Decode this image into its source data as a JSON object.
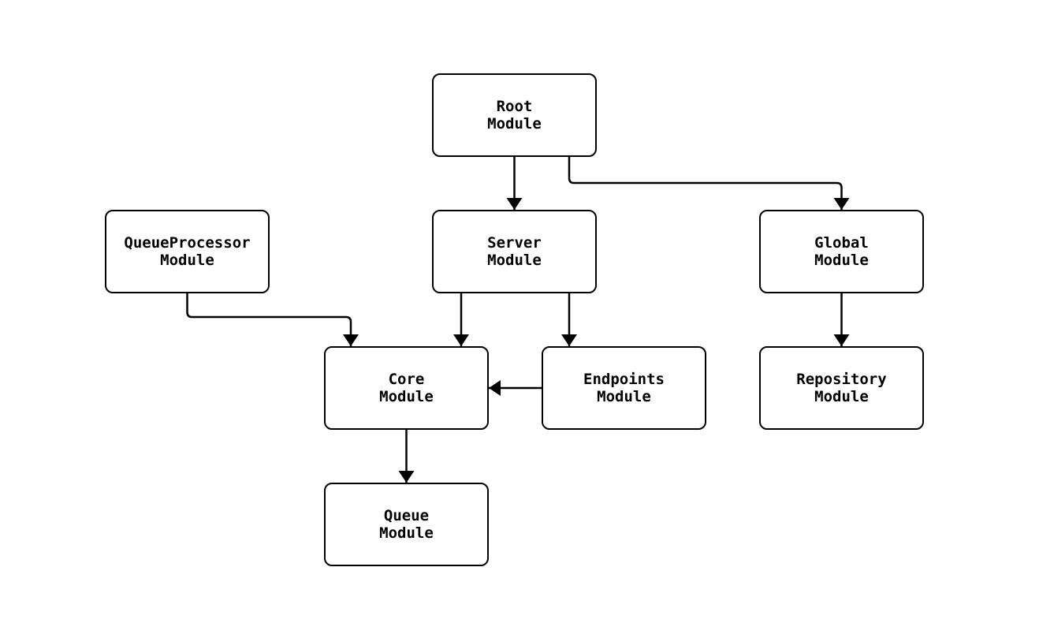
{
  "diagram": {
    "background_color": "#ffffff",
    "stroke_color": "#000000",
    "node_fill_color": "#ffffff",
    "nodes": {
      "root": {
        "label": "Root\nModule"
      },
      "queue_processor": {
        "label": "QueueProcessor\nModule"
      },
      "server": {
        "label": "Server\nModule"
      },
      "global": {
        "label": "Global\nModule"
      },
      "core": {
        "label": "Core\nModule"
      },
      "endpoints": {
        "label": "Endpoints\nModule"
      },
      "repository": {
        "label": "Repository\nModule"
      },
      "queue": {
        "label": "Queue\nModule"
      }
    },
    "edges": [
      {
        "from": "Root Module",
        "to": "Server Module"
      },
      {
        "from": "Root Module",
        "to": "Global Module"
      },
      {
        "from": "QueueProcessor Module",
        "to": "Core Module"
      },
      {
        "from": "Server Module",
        "to": "Core Module"
      },
      {
        "from": "Server Module",
        "to": "Endpoints Module"
      },
      {
        "from": "Endpoints Module",
        "to": "Core Module"
      },
      {
        "from": "Global Module",
        "to": "Repository Module"
      },
      {
        "from": "Core Module",
        "to": "Queue Module"
      }
    ]
  }
}
